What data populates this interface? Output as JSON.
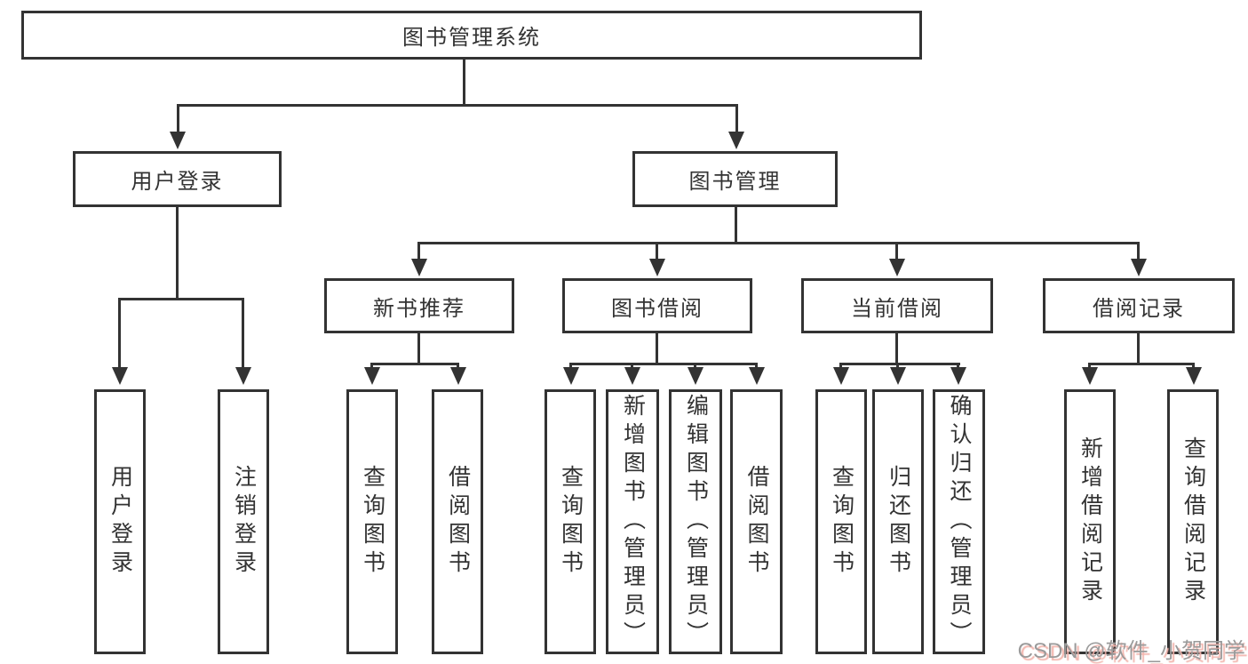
{
  "tree": {
    "root": {
      "label": "图书管理系统",
      "children": [
        {
          "label": "用户登录",
          "children": [
            {
              "label": "用户登录"
            },
            {
              "label": "注销登录"
            }
          ]
        },
        {
          "label": "图书管理",
          "children": [
            {
              "label": "新书推荐",
              "children": [
                {
                  "label": "查询图书"
                },
                {
                  "label": "借阅图书"
                }
              ]
            },
            {
              "label": "图书借阅",
              "children": [
                {
                  "label": "查询图书"
                },
                {
                  "label": "新增图书（管理员）"
                },
                {
                  "label": "编辑图书（管理员）"
                },
                {
                  "label": "借阅图书"
                }
              ]
            },
            {
              "label": "当前借阅",
              "children": [
                {
                  "label": "查询图书"
                },
                {
                  "label": "归还图书"
                },
                {
                  "label": "确认归还（管理员）"
                }
              ]
            },
            {
              "label": "借阅记录",
              "children": [
                {
                  "label": "新增借阅记录"
                },
                {
                  "label": "查询借阅记录"
                }
              ]
            }
          ]
        }
      ]
    },
    "watermark": "CSDN @软件_小贺同学",
    "colors": {
      "line": "#333333",
      "text": "#333333",
      "background": "#ffffff",
      "watermark_text": "#9a9a9a",
      "watermark_shadow": "#f2b4ac"
    }
  }
}
